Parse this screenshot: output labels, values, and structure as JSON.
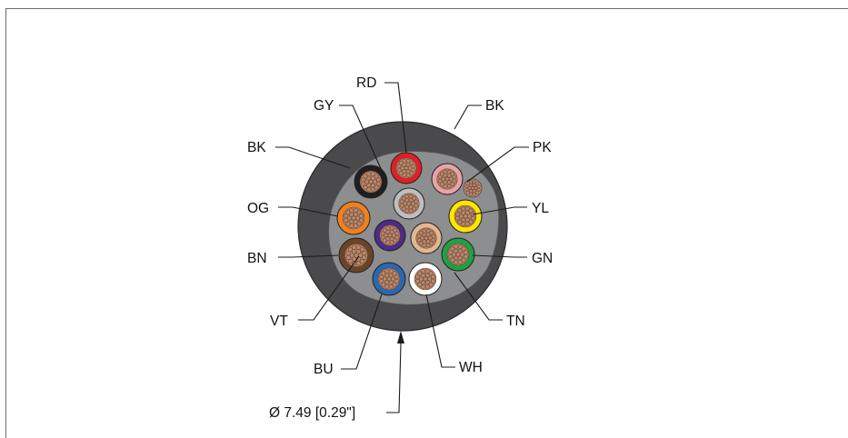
{
  "labels": {
    "rd": "RD",
    "gy": "GY",
    "bk_outer": "BK",
    "pk": "PK",
    "bk": "BK",
    "og": "OG",
    "yl": "YL",
    "bn": "BN",
    "gn": "GN",
    "vt": "VT",
    "tn": "TN",
    "bu": "BU",
    "wh": "WH",
    "diameter": "Ø 7.49 [0.29\"]"
  },
  "colors": {
    "jacket": "#4a4a4c",
    "filler": "#8d8e90",
    "copper": "#b98a6e",
    "copper_edge": "#6e4634",
    "rd": "#e11f26",
    "gy": "#bdbfc1",
    "bk": "#1f1f1f",
    "pk": "#e8a2a8",
    "og": "#f0801e",
    "yl": "#ffe600",
    "bn": "#6a4428",
    "gn": "#1fa045",
    "vt": "#4d2b86",
    "tn": "#e2b690",
    "bu": "#2b67b0",
    "wh": "#ffffff"
  }
}
